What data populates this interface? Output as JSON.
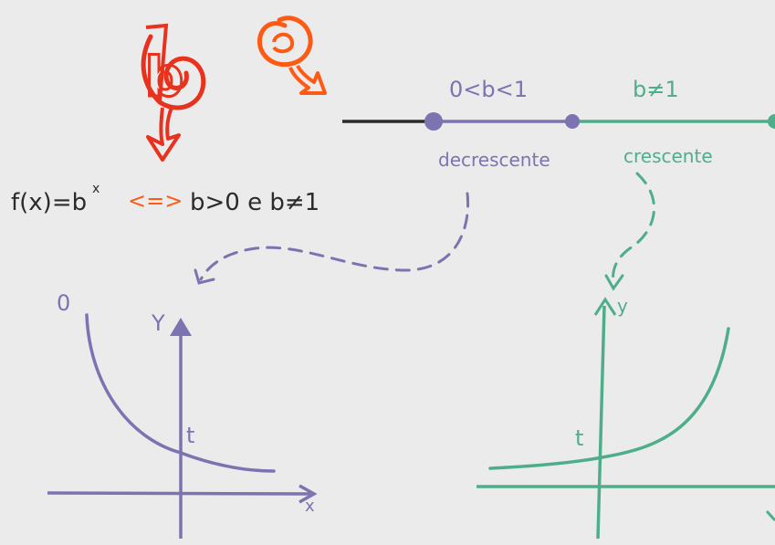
{
  "colors": {
    "background": "#ebebeb",
    "ink": "#2b2b2b",
    "purple": "#7b74b0",
    "green": "#4fae8a",
    "red": "#e8321e",
    "orange": "#ff5a14"
  },
  "doodles": {
    "left": "b",
    "right": "q"
  },
  "definition": {
    "lhs": "f(x)=b",
    "exponent": "x",
    "iff": "<=>",
    "condition": "b>0 e b≠1"
  },
  "number_line": {
    "interval_1_label": "0<b<1",
    "interval_1_word": "decrescente",
    "interval_2_label": "b≠1",
    "interval_2_word": "crescente"
  },
  "left_graph": {
    "corner_label": "0",
    "y_axis_label": "Y",
    "x_axis_label": "x",
    "intercept_label": "t"
  },
  "right_graph": {
    "y_axis_label": "y",
    "intercept_label": "t"
  }
}
